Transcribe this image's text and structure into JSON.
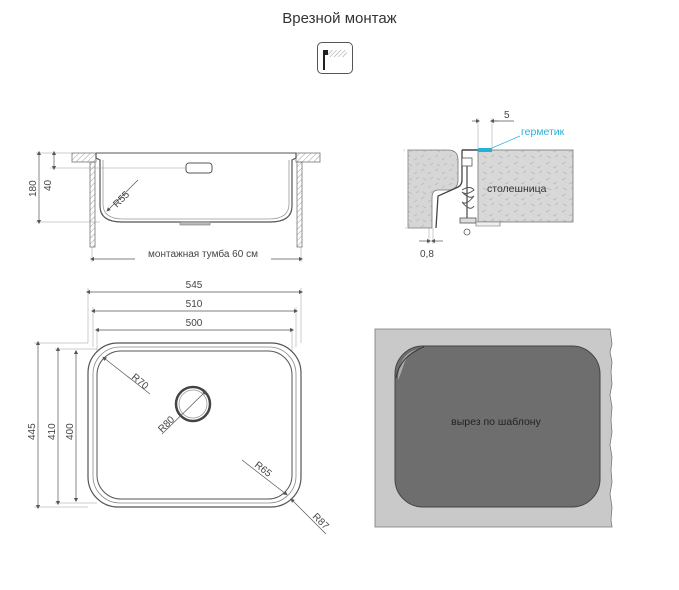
{
  "title": "Врезной монтаж",
  "install_icon": "undermount-install-icon",
  "section_view": {
    "height_total": "180",
    "height_rim": "40",
    "radius": "R55",
    "cabinet_label": "монтажная тумба 60 см"
  },
  "detail_view": {
    "gap": "5",
    "sealant_label": "герметик",
    "countertop_label": "столешница",
    "thickness": "0,8",
    "sealant_color": "#2ab0d8"
  },
  "top_view": {
    "width_outer": "545",
    "width_mid": "510",
    "width_inner": "500",
    "height_outer": "445",
    "height_mid": "410",
    "height_inner": "400",
    "radius_bowl": "R70",
    "radius_drain": "R80",
    "radius_inner": "R65",
    "radius_outer": "R87"
  },
  "cutout_view": {
    "label": "вырез по шаблону",
    "cutout_color": "#6e6e6e",
    "surface_color": "#c9c9c9"
  }
}
